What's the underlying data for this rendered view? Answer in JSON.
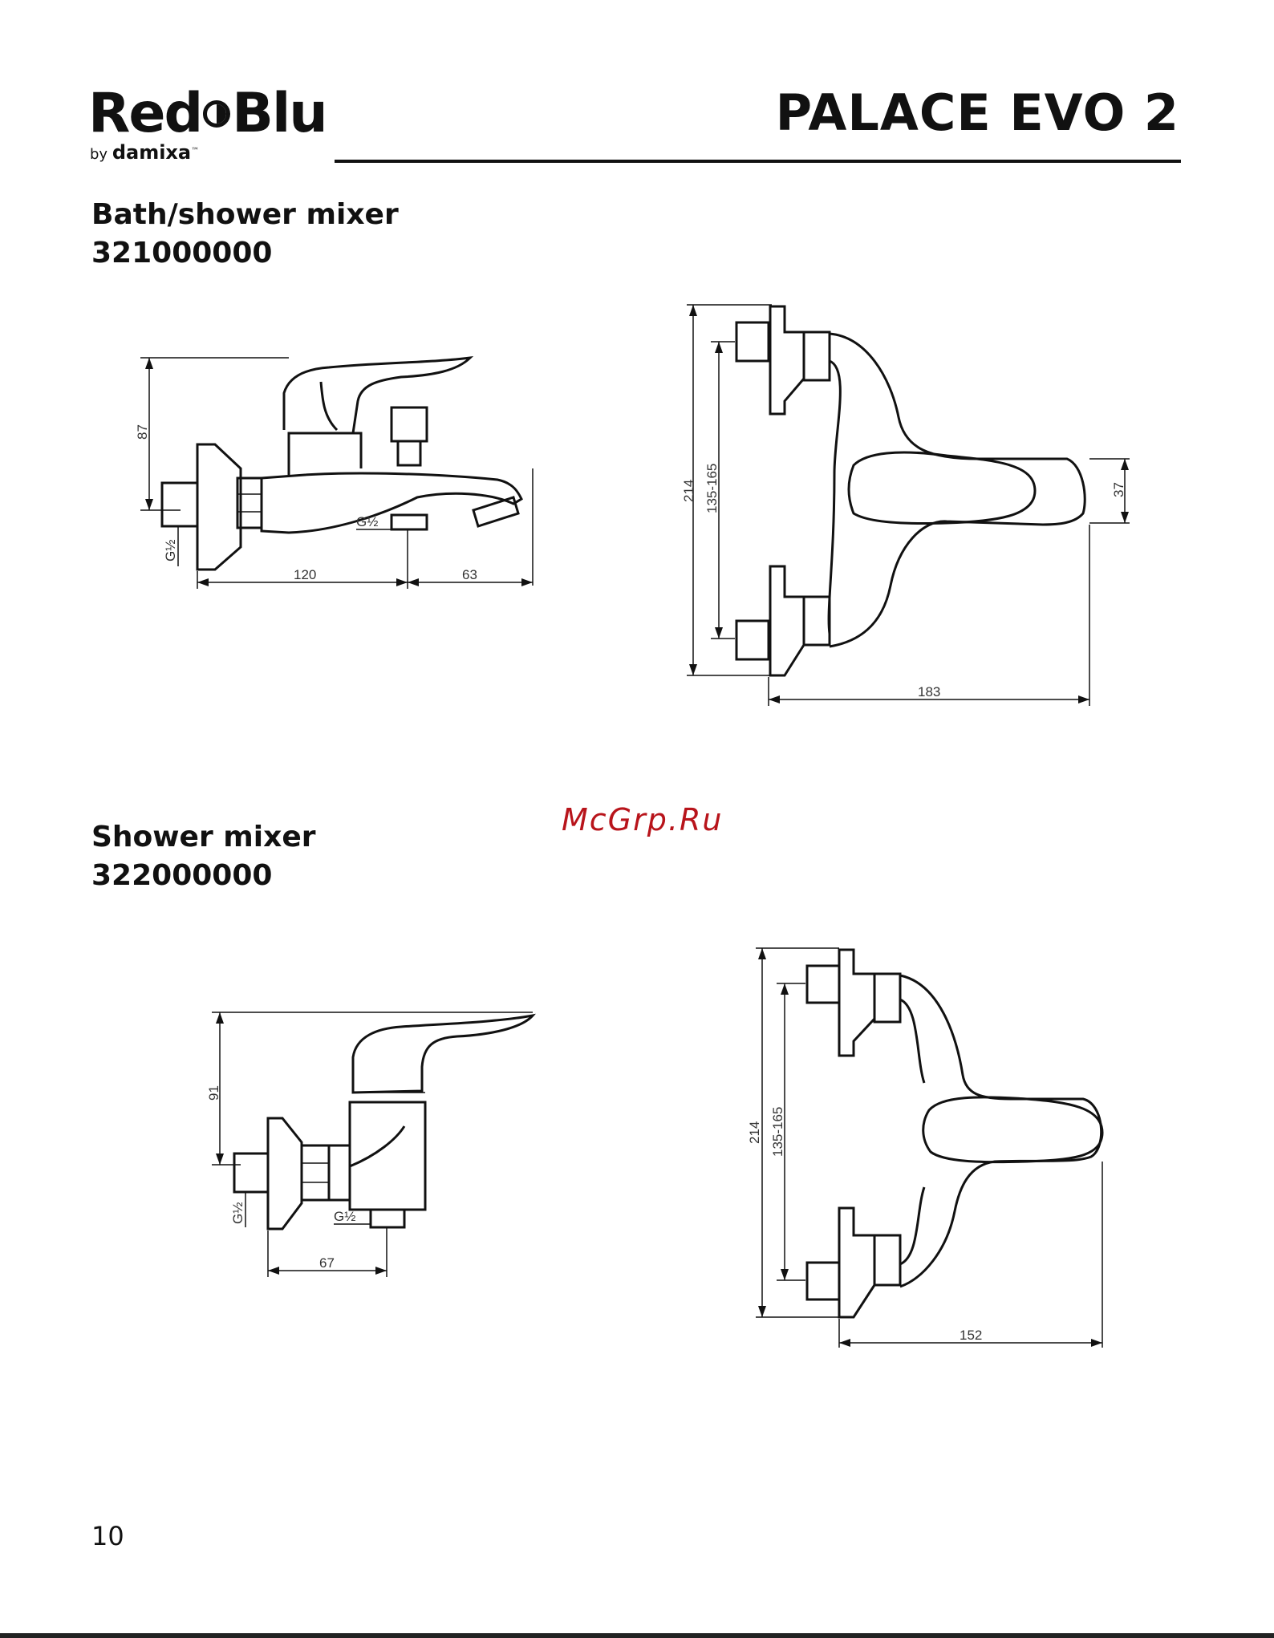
{
  "header": {
    "logo_left": "Red",
    "logo_right": "Blu",
    "logo_by": "by",
    "logo_brand": "damixa",
    "logo_tm": "™",
    "product": "PALACE EVO 2"
  },
  "sections": [
    {
      "title": "Bath/shower mixer",
      "code": "321000000",
      "side_view": {
        "dims": {
          "height": "87",
          "thread_left": "G½",
          "thread_bottom": "G½",
          "width_a": "120",
          "width_b": "63"
        }
      },
      "front_view": {
        "dims": {
          "height": "214",
          "centers": "135-165",
          "handle": "37",
          "width": "183"
        }
      }
    },
    {
      "title": "Shower mixer",
      "code": "322000000",
      "side_view": {
        "dims": {
          "height": "91",
          "thread_left": "G½",
          "thread_bottom": "G½",
          "width_a": "67"
        }
      },
      "front_view": {
        "dims": {
          "height": "214",
          "centers": "135-165",
          "width": "152"
        }
      }
    }
  ],
  "watermark": "McGrp.Ru",
  "page_number": "10"
}
